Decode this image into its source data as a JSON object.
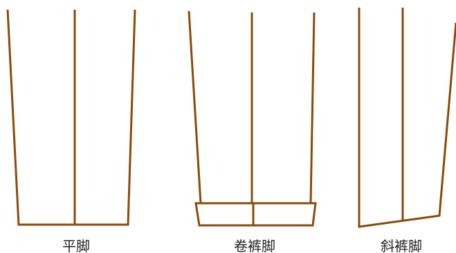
{
  "line_color": "#8B4A0B",
  "labels": {
    "flat": "平脚",
    "cuff": "卷裤脚",
    "slant": "斜裤脚"
  }
}
